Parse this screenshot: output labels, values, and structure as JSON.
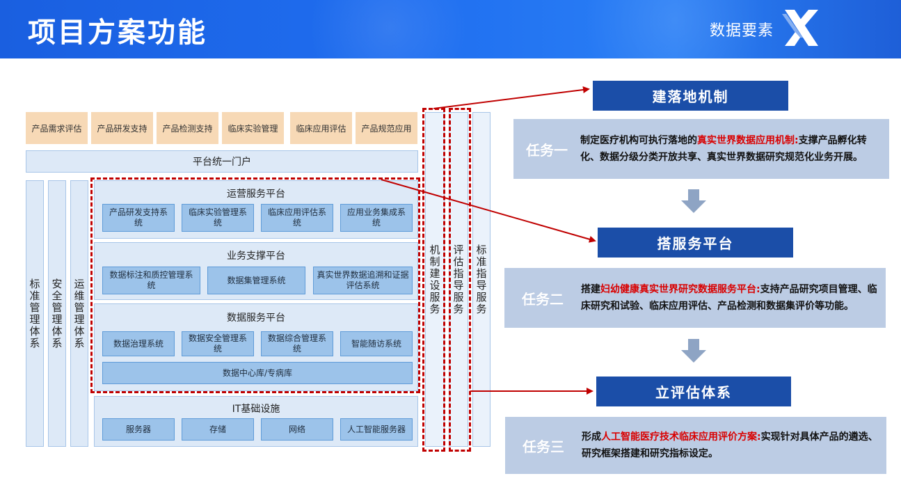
{
  "header": {
    "title": "项目方案功能",
    "brand": "数据要素",
    "logo_icon": "x-logo-icon"
  },
  "diagram": {
    "top_items": [
      "产品需求评估",
      "产品研发支持",
      "产品检测支持",
      "临床实验管理",
      "临床应用评估",
      "产品规范应用"
    ],
    "portal": "平台统一门户",
    "left_columns": [
      "标准管理体系",
      "安全管理体系",
      "运维管理体系"
    ],
    "right_columns": [
      "机制建设服务",
      "评估指导服务",
      "标准指导服务"
    ],
    "ops_platform": {
      "title": "运营服务平台",
      "items": [
        "产品研发支持系统",
        "临床实验管理系统",
        "临床应用评估系统",
        "应用业务集成系统"
      ]
    },
    "biz_platform": {
      "title": "业务支撑平台",
      "items": [
        "数据标注和质控管理系统",
        "数据集管理系统",
        "真实世界数据追溯和证据评估系统"
      ]
    },
    "data_platform": {
      "title": "数据服务平台",
      "items": [
        "数据治理系统",
        "数据安全管理系统",
        "数据综合管理系统",
        "智能随访系统"
      ],
      "bottom": "数据中心库/专病库"
    },
    "it_platform": {
      "title": "IT基础设施",
      "items": [
        "服务器",
        "存储",
        "网络",
        "人工智能服务器"
      ]
    }
  },
  "tasks": [
    {
      "heading": "建落地机制",
      "label": "任务一",
      "prefix": "制定医疗机构可执行落地的",
      "highlight": "真实世界数据应用机制:",
      "suffix": "支撑产品孵化转化、数据分级分类开放共享、真实世界数据研究规范化业务开展。"
    },
    {
      "heading": "搭服务平台",
      "label": "任务二",
      "prefix": "搭建",
      "highlight": "妇幼健康真实世界研究数据服务平台:",
      "suffix": "支持产品研究项目管理、临床研究和试验、临床应用评估、产品检测和数据集评价等功能。"
    },
    {
      "heading": "立评估体系",
      "label": "任务三",
      "prefix": "形成",
      "highlight": "人工智能医疗技术临床应用评价方案:",
      "suffix": "实现针对具体产品的遴选、研究框架搭建和研究指标设定。"
    }
  ],
  "colors": {
    "header_blue": "#1f6ef0",
    "heading_navy": "#1b4ea8",
    "task_bg": "#bccce4",
    "highlight_red": "#d90000",
    "dash_red": "#c00000"
  }
}
